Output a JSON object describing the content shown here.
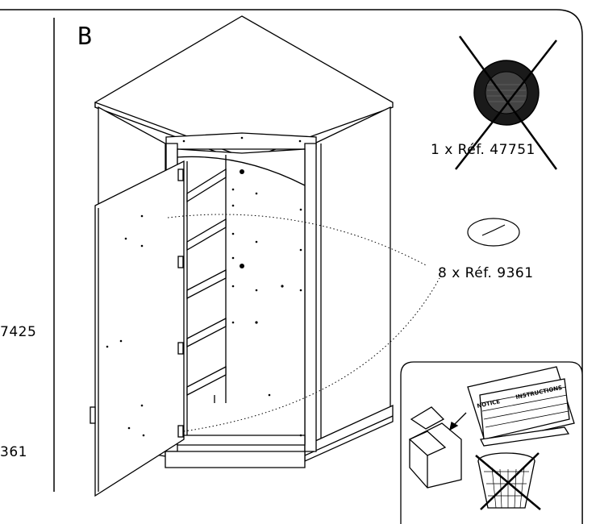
{
  "step": {
    "letter": "B"
  },
  "left_column": {
    "ref_a": "7425",
    "ref_b": "361"
  },
  "parts": {
    "disc_ref": "1 x Réf. 47751",
    "cap_ref": "8 x Réf. 9361"
  },
  "notice_box": {
    "notice_label": "NOTICE",
    "instructions_label": "INSTRUCTIONS"
  },
  "colors": {
    "line": "#000000",
    "background": "#ffffff",
    "hatch": "#000000"
  }
}
